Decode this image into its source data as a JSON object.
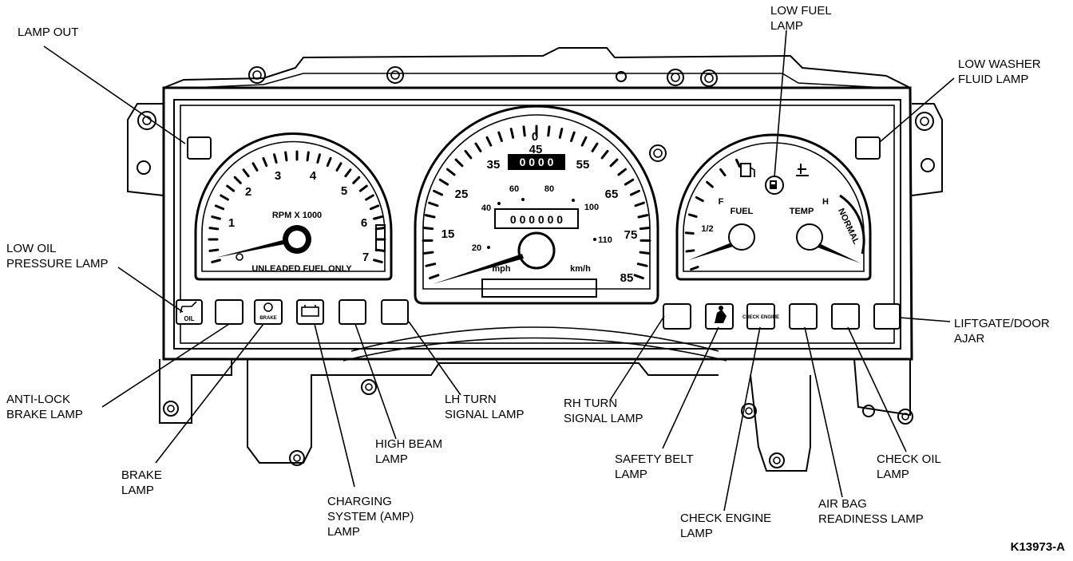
{
  "figure_ref": "K13973-A",
  "callouts": {
    "lamp_out": [
      "LAMP OUT"
    ],
    "low_fuel_lamp": [
      "LOW FUEL",
      "LAMP"
    ],
    "low_washer_fluid_lamp": [
      "LOW WASHER",
      "FLUID LAMP"
    ],
    "low_oil_pressure_lamp": [
      "LOW OIL",
      "PRESSURE LAMP"
    ],
    "liftgate_door_ajar": [
      "LIFTGATE/DOOR",
      "AJAR"
    ],
    "anti_lock_brake_lamp": [
      "ANTI-LOCK",
      "BRAKE LAMP"
    ],
    "brake_lamp": [
      "BRAKE",
      "LAMP"
    ],
    "charging_system_lamp": [
      "CHARGING",
      "SYSTEM (AMP)",
      "LAMP"
    ],
    "high_beam_lamp": [
      "HIGH BEAM",
      "LAMP"
    ],
    "lh_turn_signal_lamp": [
      "LH TURN",
      "SIGNAL LAMP"
    ],
    "rh_turn_signal_lamp": [
      "RH TURN",
      "SIGNAL LAMP"
    ],
    "safety_belt_lamp": [
      "SAFETY BELT",
      "LAMP"
    ],
    "check_engine_lamp": [
      "CHECK ENGINE",
      "LAMP"
    ],
    "air_bag_readiness_lamp": [
      "AIR BAG",
      "READINESS LAMP"
    ],
    "check_oil_lamp": [
      "CHECK OIL",
      "LAMP"
    ]
  },
  "tachometer": {
    "title": "RPM X 1000",
    "footer": "UNLEADED FUEL ONLY",
    "numbers": [
      "1",
      "2",
      "3",
      "4",
      "5",
      "6",
      "7"
    ]
  },
  "speedometer": {
    "mph_numbers": [
      "15",
      "25",
      "35",
      "45",
      "55",
      "65",
      "75",
      "85"
    ],
    "kmh_numbers": [
      "20",
      "40",
      "60",
      "80",
      "100",
      "110"
    ],
    "top_zero": "0",
    "trip_digits": "0 0 0 0",
    "odometer_digits": "0 0 0 0 0 0",
    "unit_mph": "mph",
    "unit_kmh": "km/h"
  },
  "fuel_gauge": {
    "label": "FUEL",
    "full_mark": "F",
    "half_mark": "1/2"
  },
  "temp_gauge": {
    "label": "TEMP",
    "hot_mark": "H",
    "band": "NORMAL"
  },
  "lamp_icon_text": {
    "oil": "OIL",
    "brake": "BRAKE",
    "check_engine": "CHECK ENGINE"
  }
}
